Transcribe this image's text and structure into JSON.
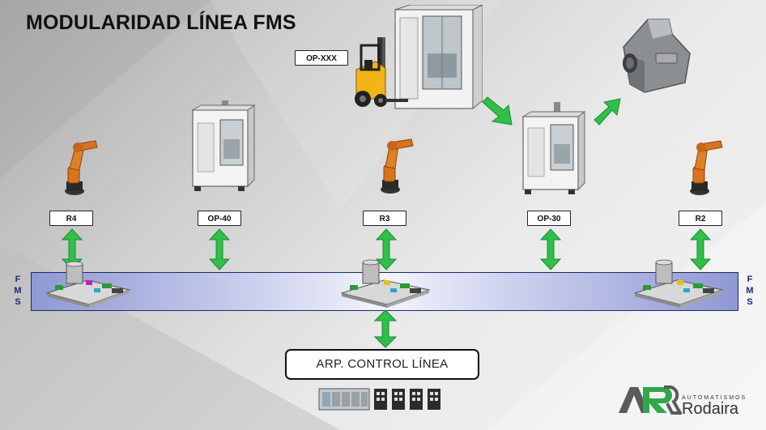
{
  "title": "MODULARIDAD LÍNEA FMS",
  "labels": {
    "op_xxx": "OP-XXX",
    "r4": "R4",
    "op40": "OP-40",
    "r3": "R3",
    "op30": "OP-30",
    "r2": "R2"
  },
  "fms": {
    "left": [
      "F",
      "M",
      "S"
    ],
    "right": [
      "F",
      "M",
      "S"
    ]
  },
  "control": "ARP. CONTROL LÍNEA",
  "logo": {
    "sub": "AUTOMATISMOS",
    "name": "Rodaira"
  },
  "colors": {
    "arrow_green": "#2fbf4a",
    "fms_border": "#1b2a6b",
    "fms_text": "#1b2a7a",
    "robot_orange": "#d9731c"
  }
}
